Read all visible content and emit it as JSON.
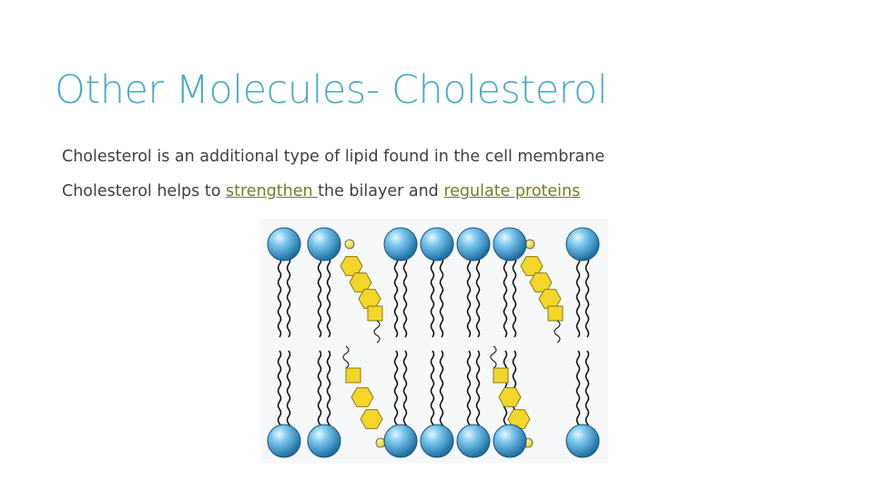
{
  "slide": {
    "title": "Other Molecules- Cholesterol",
    "line1": "Cholesterol is an additional type of lipid found in the cell membrane",
    "line2": {
      "part1": "Cholesterol helps to ",
      "link1": "strengthen ",
      "part2": "the bilayer and ",
      "link2": "regulate proteins"
    }
  },
  "colors": {
    "title": "#4bacc6",
    "body_text": "#404040",
    "hyperlink": "#7a7a28",
    "phospholipid_head": "#3a9fd0",
    "cholesterol": "#f2d21e"
  }
}
